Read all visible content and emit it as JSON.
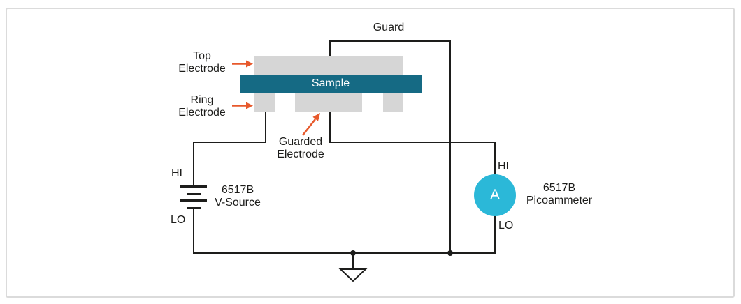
{
  "colors": {
    "wire": "#1d1d1b",
    "text": "#1d1d1b",
    "electrode_fill": "#d6d6d6",
    "sample_fill": "#156a84",
    "sample_text": "#ffffff",
    "ammeter_fill": "#2bb8d8",
    "ammeter_text": "#ffffff",
    "arrow": "#e7592c",
    "frame_border": "#dbdbdb"
  },
  "fixture": {
    "guard_label": "Guard",
    "sample_label": "Sample",
    "top_electrode_label": {
      "line1": "Top",
      "line2": "Electrode"
    },
    "ring_electrode_label": {
      "line1": "Ring",
      "line2": "Electrode"
    },
    "guarded_electrode_label": {
      "line1": "Guarded",
      "line2": "Electrode"
    }
  },
  "vsource": {
    "hi_label": "HI",
    "lo_label": "LO",
    "model": "6517B",
    "name": "V-Source"
  },
  "ammeter": {
    "symbol": "A",
    "hi_label": "HI",
    "lo_label": "LO",
    "model": "6517B",
    "name": "Picoammeter"
  }
}
